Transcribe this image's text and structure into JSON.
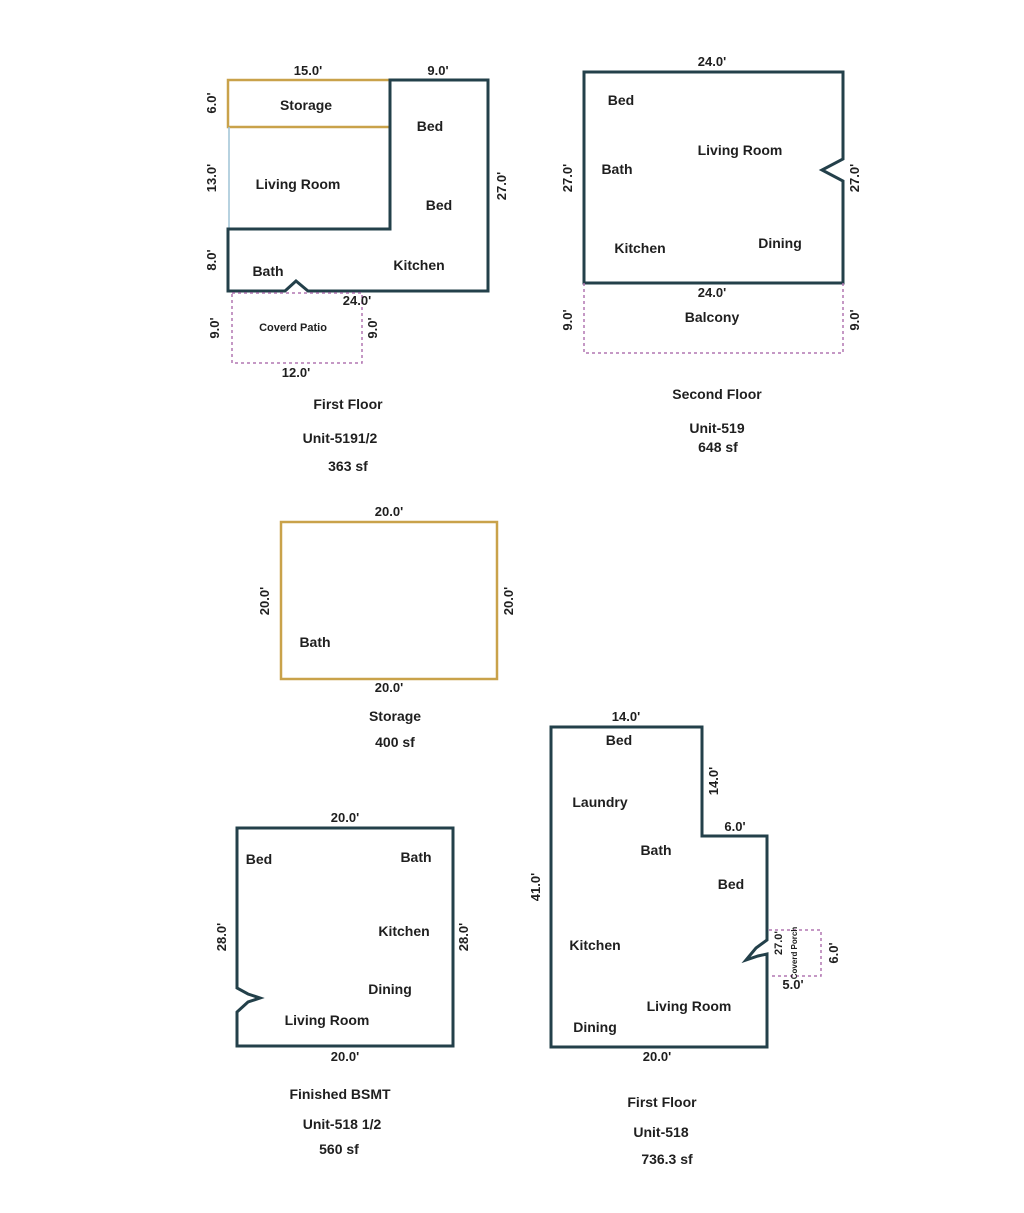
{
  "plan1": {
    "dims": {
      "top_left": "15.0'",
      "top_right": "9.0'",
      "left_storage": "6.0'",
      "left_living": "13.0'",
      "left_bath": "8.0'",
      "right": "27.0'",
      "bottom": "24.0'",
      "patio_left": "9.0'",
      "patio_right": "9.0'",
      "patio_bottom": "12.0'"
    },
    "rooms": {
      "storage": "Storage",
      "bed1": "Bed",
      "living": "Living Room",
      "bed2": "Bed",
      "bath": "Bath",
      "kitchen": "Kitchen",
      "patio": "Coverd Patio"
    },
    "caption": {
      "title": "First Floor",
      "unit": "Unit-5191/2",
      "area": "363 sf"
    }
  },
  "plan2": {
    "dims": {
      "top": "24.0'",
      "left": "27.0'",
      "right": "27.0'",
      "bottom": "24.0'",
      "balcony_left": "9.0'",
      "balcony_right": "9.0'"
    },
    "rooms": {
      "bed": "Bed",
      "bath": "Bath",
      "living": "Living Room",
      "kitchen": "Kitchen",
      "dining": "Dining",
      "balcony": "Balcony"
    },
    "caption": {
      "title": "Second Floor",
      "unit": "Unit-519",
      "area": "648 sf"
    }
  },
  "plan3": {
    "dims": {
      "top": "20.0'",
      "left": "20.0'",
      "right": "20.0'",
      "bottom": "20.0'"
    },
    "rooms": {
      "bath": "Bath"
    },
    "caption": {
      "title": "Storage",
      "area": "400 sf"
    }
  },
  "plan4": {
    "dims": {
      "top": "20.0'",
      "left": "28.0'",
      "right": "28.0'",
      "bottom": "20.0'"
    },
    "rooms": {
      "bed": "Bed",
      "bath": "Bath",
      "kitchen": "Kitchen",
      "dining": "Dining",
      "living": "Living Room"
    },
    "caption": {
      "title": "Finished BSMT",
      "unit": "Unit-518 1/2",
      "area": "560 sf"
    }
  },
  "plan5": {
    "dims": {
      "top": "14.0'",
      "notch_vert": "14.0'",
      "notch_horiz": "6.0'",
      "left": "41.0'",
      "right": "27.0'",
      "porch_right": "6.0'",
      "porch_bottom": "5.0'",
      "bottom": "20.0'"
    },
    "rooms": {
      "bed1": "Bed",
      "laundry": "Laundry",
      "bath": "Bath",
      "bed2": "Bed",
      "kitchen": "Kitchen",
      "living": "Living Room",
      "dining": "Dining",
      "porch": "Coverd Porch"
    },
    "caption": {
      "title": "First Floor",
      "unit": "Unit-518",
      "area": "736.3 sf"
    }
  },
  "colors": {
    "wall": "#23404a",
    "storage_outline": "#c9a24a",
    "dashed_outline": "#b276b2",
    "partition": "#9fc3d6"
  }
}
